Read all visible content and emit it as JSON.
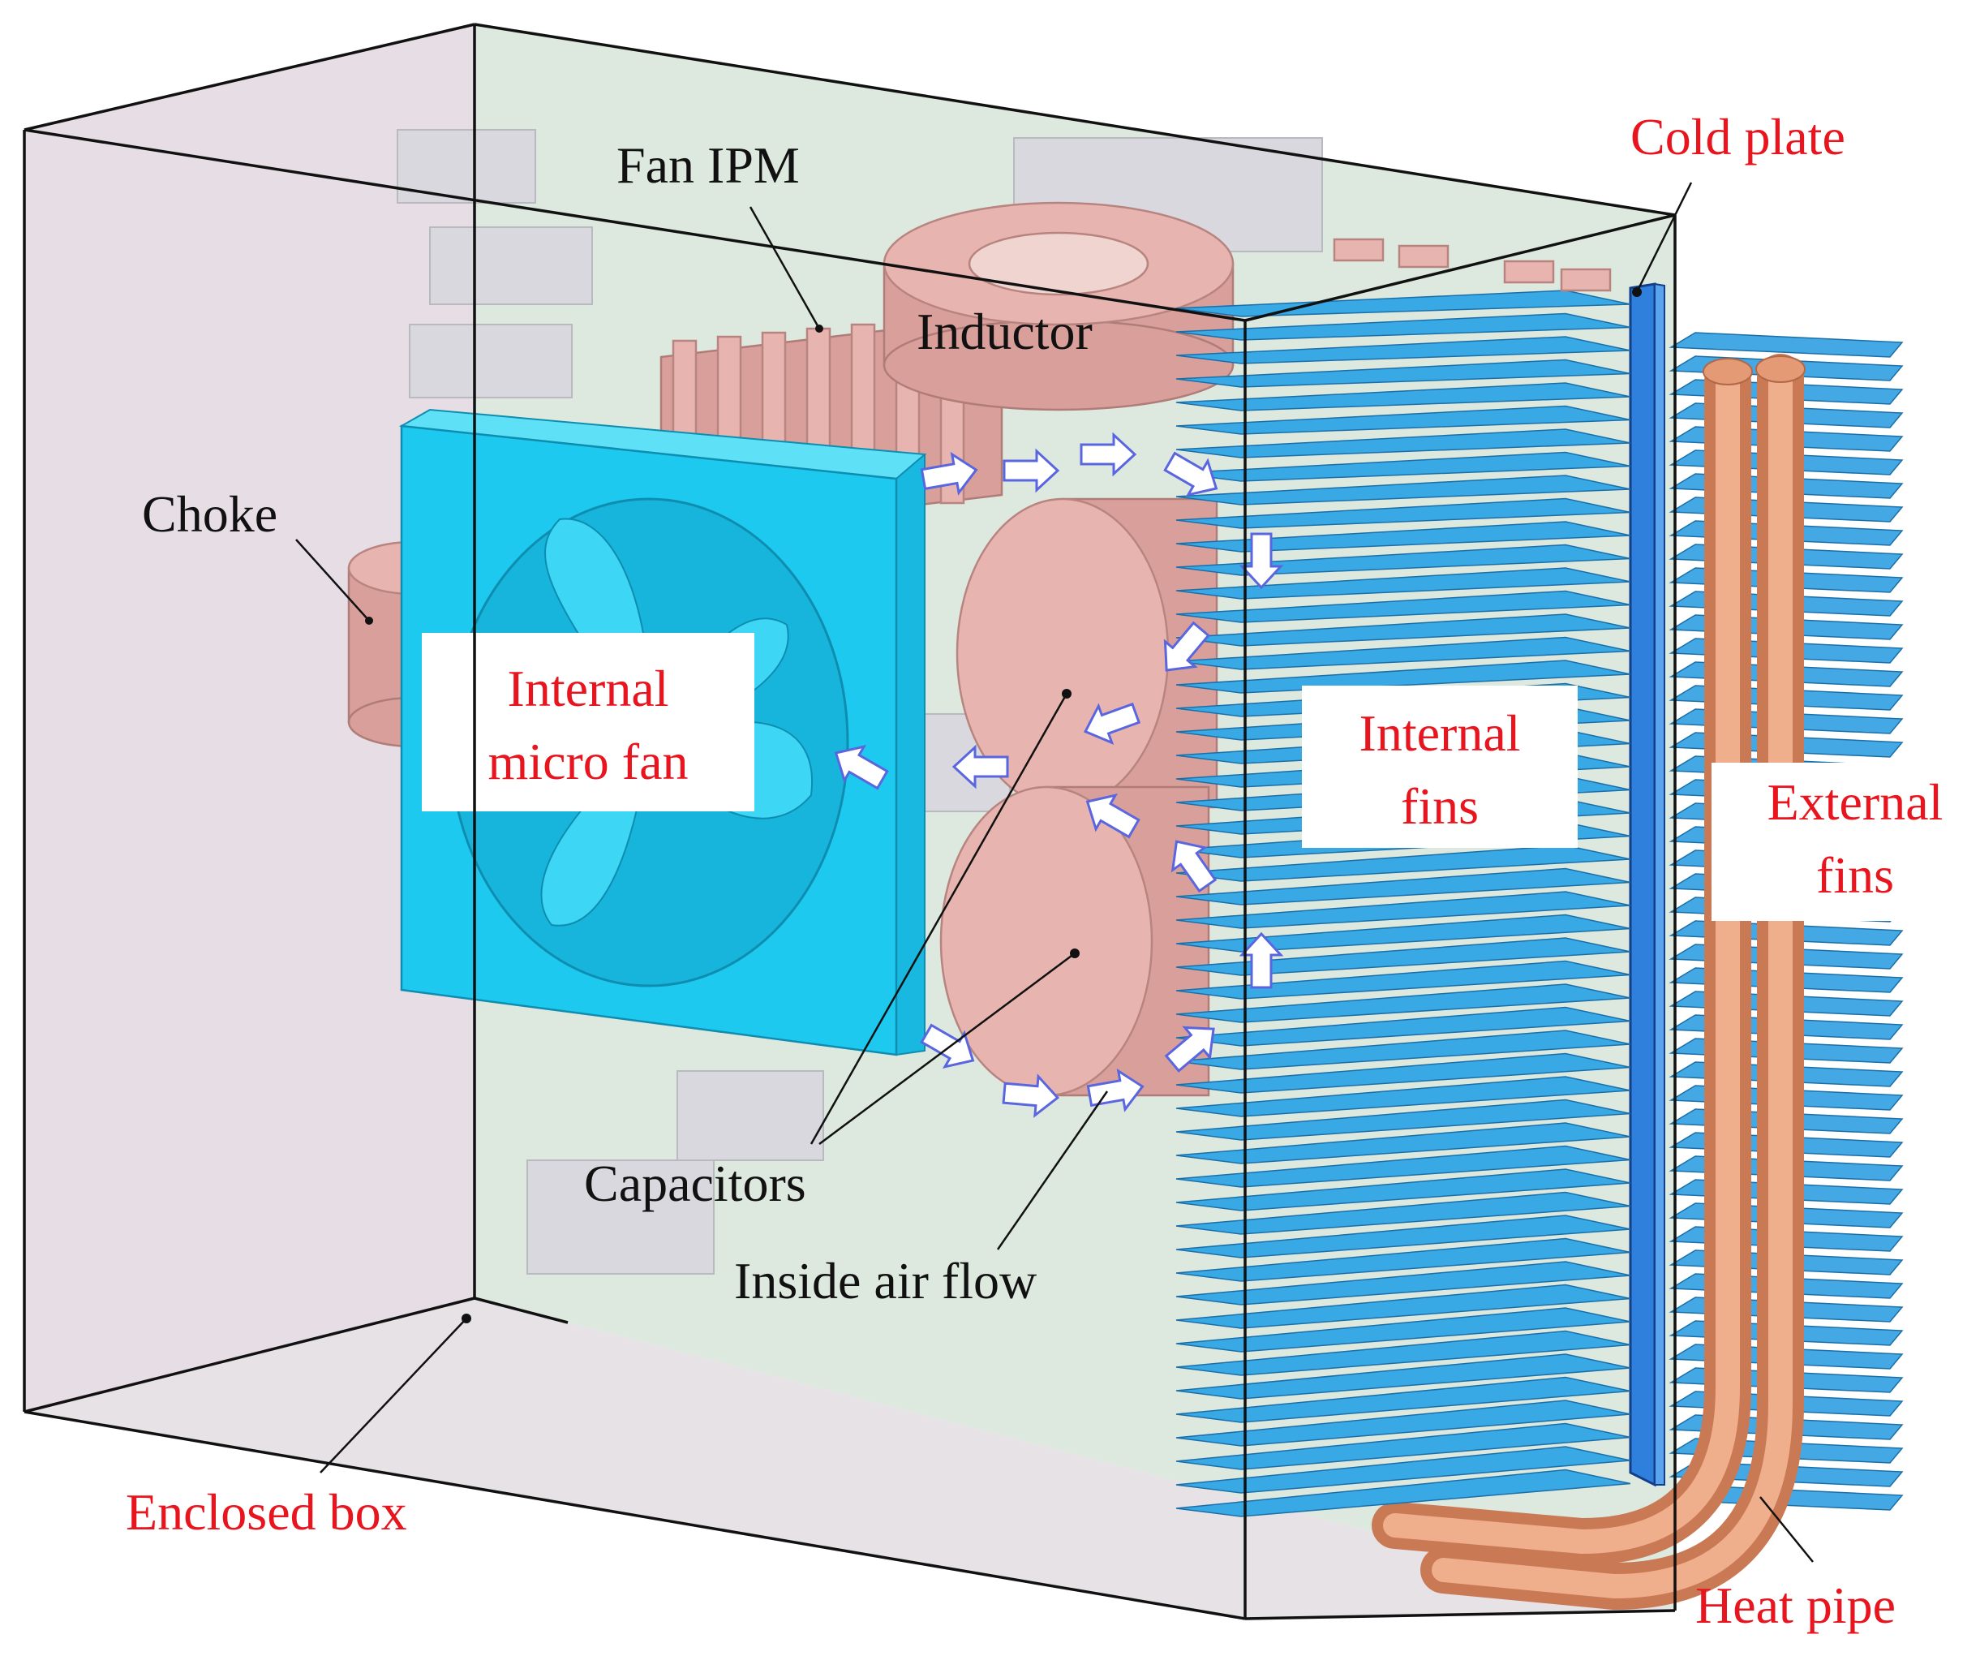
{
  "labels": {
    "fan_ipm": "Fan IPM",
    "inductor": "Inductor",
    "choke": "Choke",
    "cold_plate": "Cold plate",
    "internal_micro_fan_line1": "Internal",
    "internal_micro_fan_line2": "micro fan",
    "internal_fins_line1": "Internal",
    "internal_fins_line2": "fins",
    "external_fins_line1": "External",
    "external_fins_line2": "fins",
    "capacitors": "Capacitors",
    "inside_air_flow": "Inside air flow",
    "enclosed_box": "Enclosed box",
    "heat_pipe": "Heat pipe"
  },
  "colors": {
    "label_black": "#111111",
    "label_red": "#e8141e",
    "fan": "#1ec9f0",
    "fins": "#39a9e6",
    "copper": "#e0a080",
    "component_pink": "#e8b4b0",
    "box_back": "#dde9df",
    "box_side": "#e7dde4",
    "airflow_arrow": "#5a66e0"
  },
  "icons": {
    "airflow": "white-arrow-icon"
  }
}
